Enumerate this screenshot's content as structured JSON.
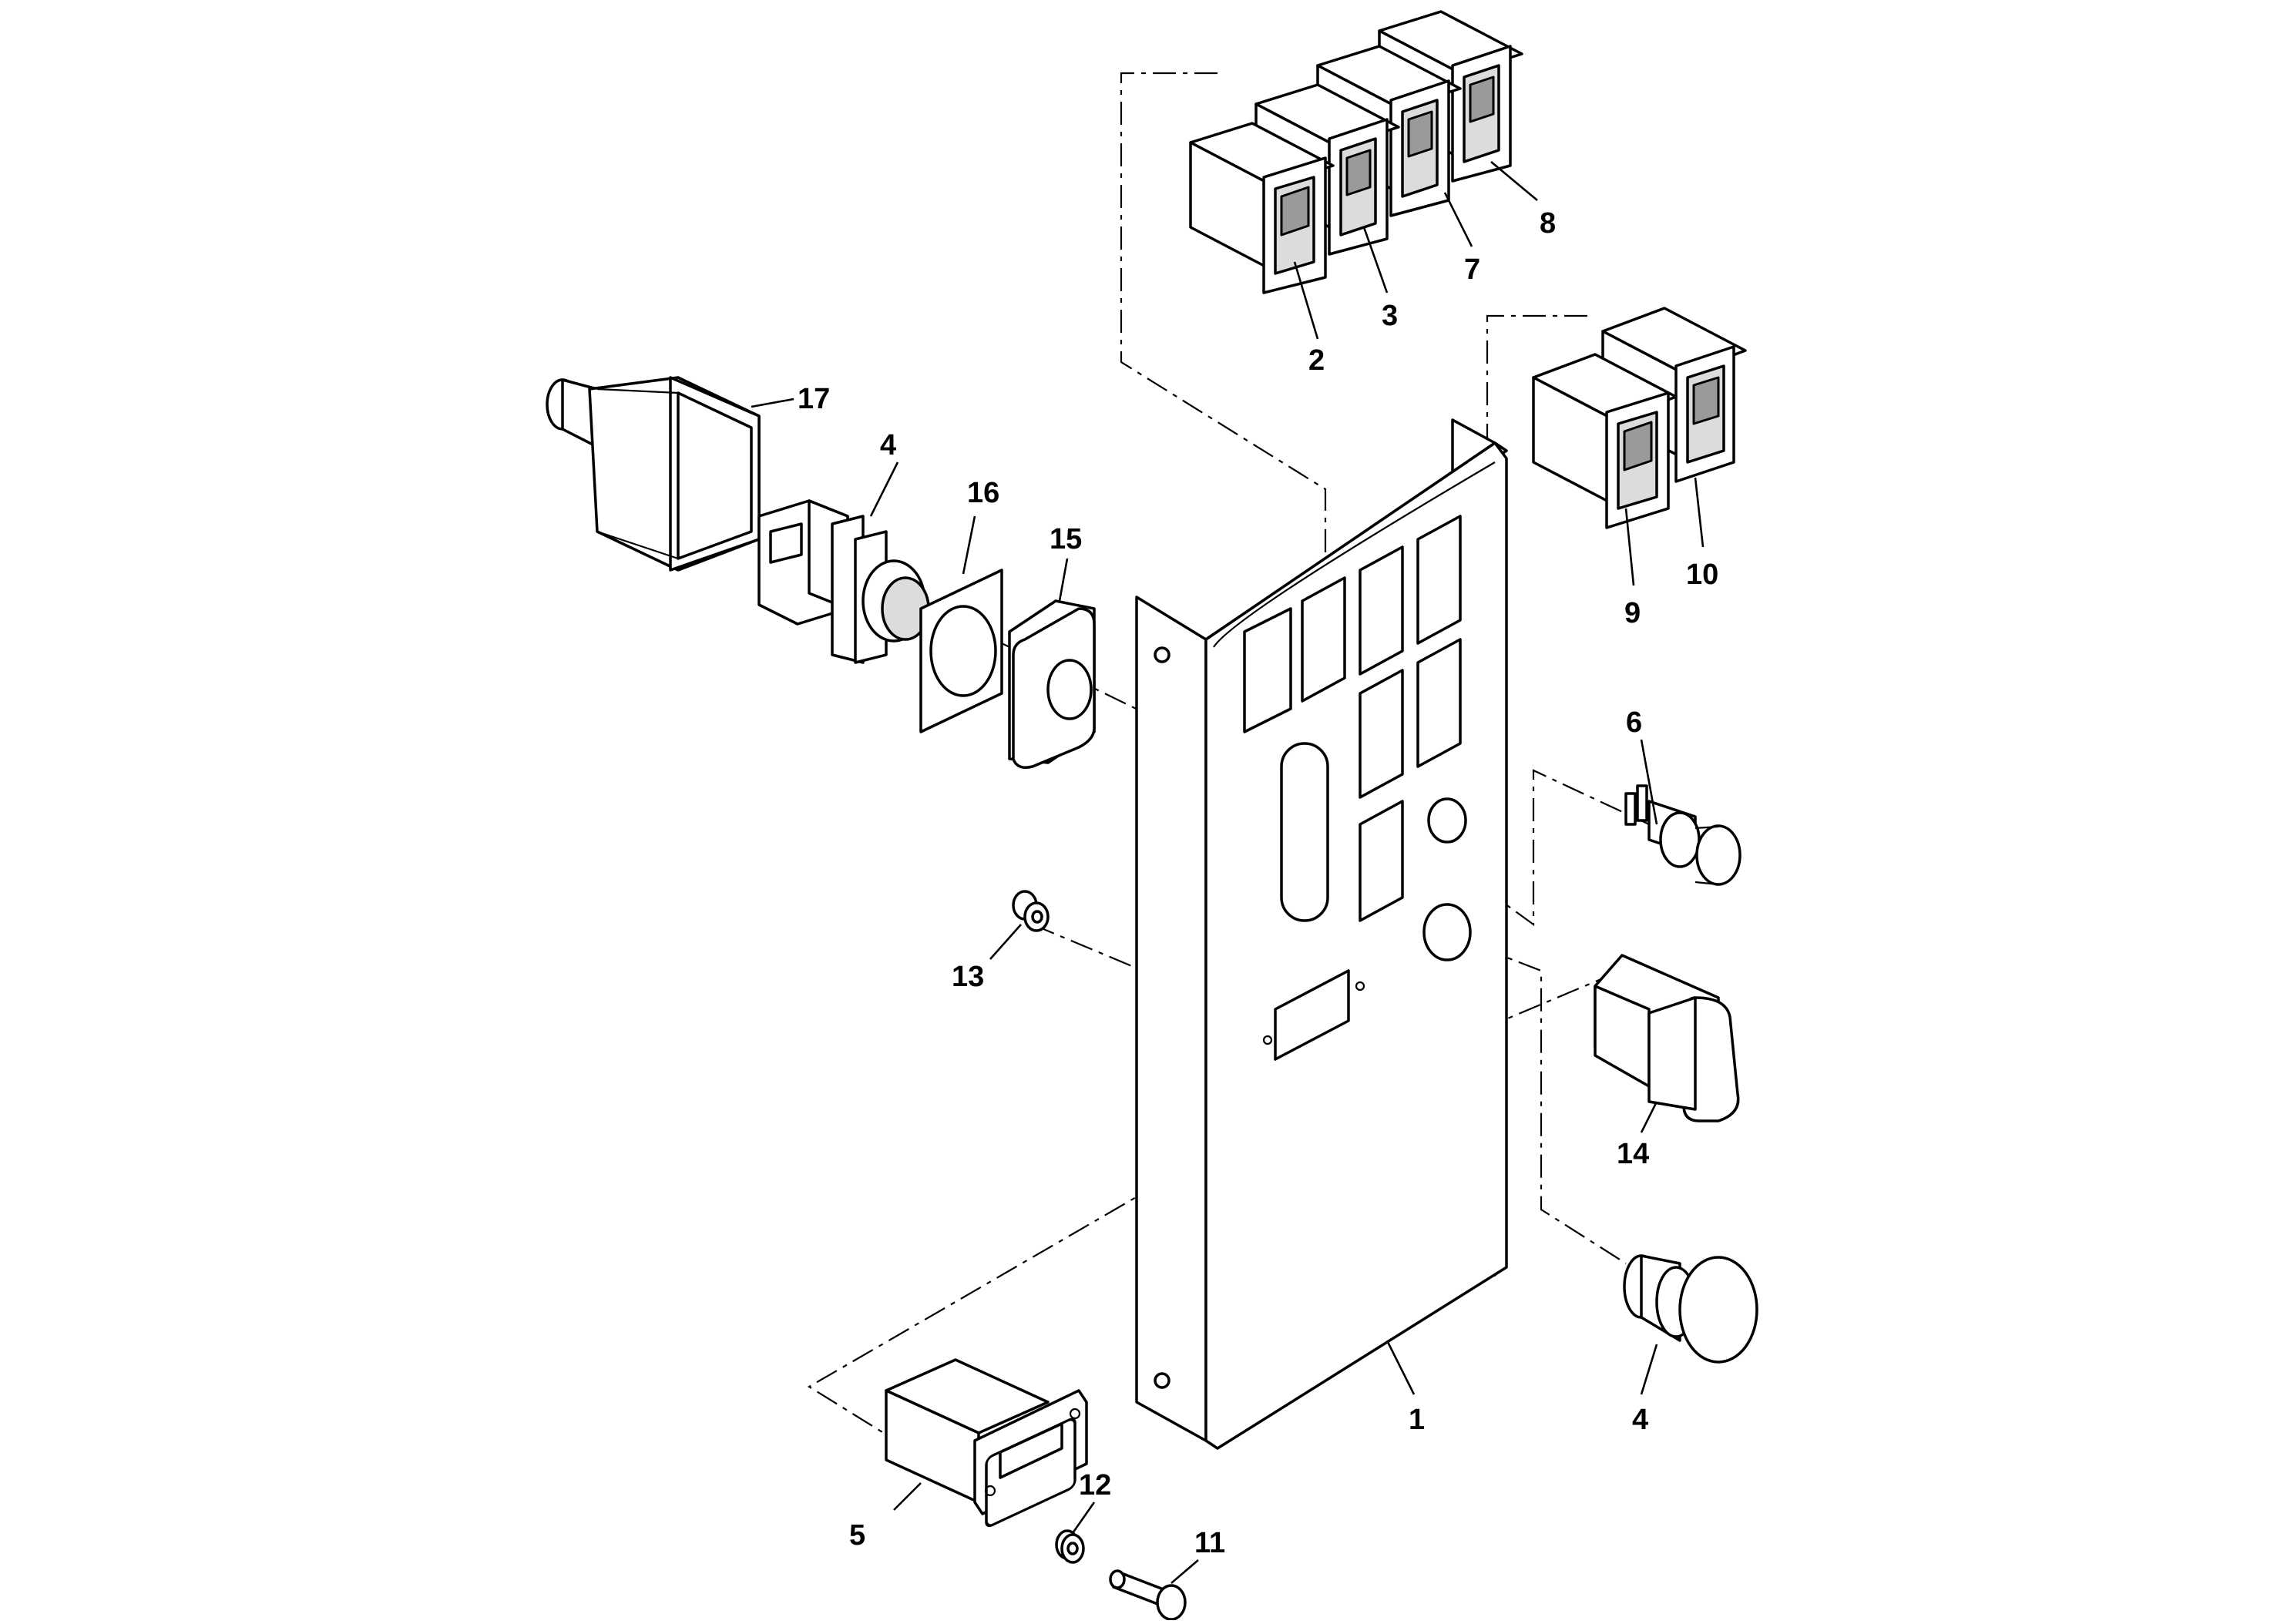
{
  "diagram": {
    "callouts": {
      "c1": "1",
      "c2": "2",
      "c3": "3",
      "c4a": "4",
      "c4b": "4",
      "c5": "5",
      "c6": "6",
      "c7": "7",
      "c8": "8",
      "c9": "9",
      "c10": "10",
      "c11": "11",
      "c12": "12",
      "c13": "13",
      "c14": "14",
      "c15": "15",
      "c16": "16",
      "c17": "17"
    }
  }
}
